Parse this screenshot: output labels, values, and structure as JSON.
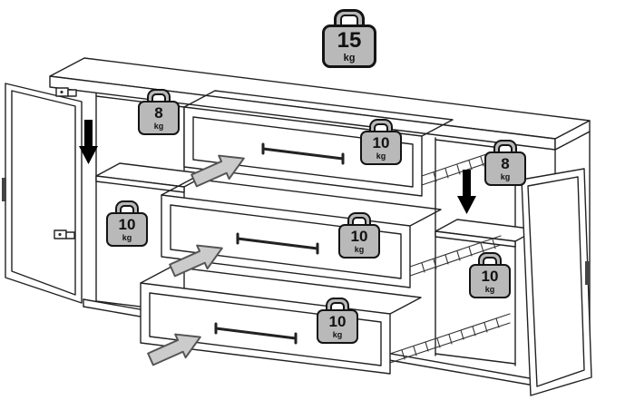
{
  "diagram": {
    "type": "furniture-load-capacity-diagram",
    "unit": "kg"
  },
  "weights": [
    {
      "position": "top-panel",
      "value": "15",
      "unit": "kg"
    },
    {
      "position": "left-compartment-shelf",
      "value": "8",
      "unit": "kg"
    },
    {
      "position": "top-drawer",
      "value": "10",
      "unit": "kg"
    },
    {
      "position": "right-compartment-shelf",
      "value": "8",
      "unit": "kg"
    },
    {
      "position": "left-compartment-bottom",
      "value": "10",
      "unit": "kg"
    },
    {
      "position": "middle-drawer",
      "value": "10",
      "unit": "kg"
    },
    {
      "position": "right-compartment-bottom",
      "value": "10",
      "unit": "kg"
    },
    {
      "position": "bottom-drawer",
      "value": "10",
      "unit": "kg"
    }
  ],
  "colors": {
    "background": "#ffffff",
    "line": "#222222",
    "weight_fill": "#b9b9b9",
    "arrow_gray_fill": "#cbcbcb",
    "arrow_black": "#000000"
  }
}
